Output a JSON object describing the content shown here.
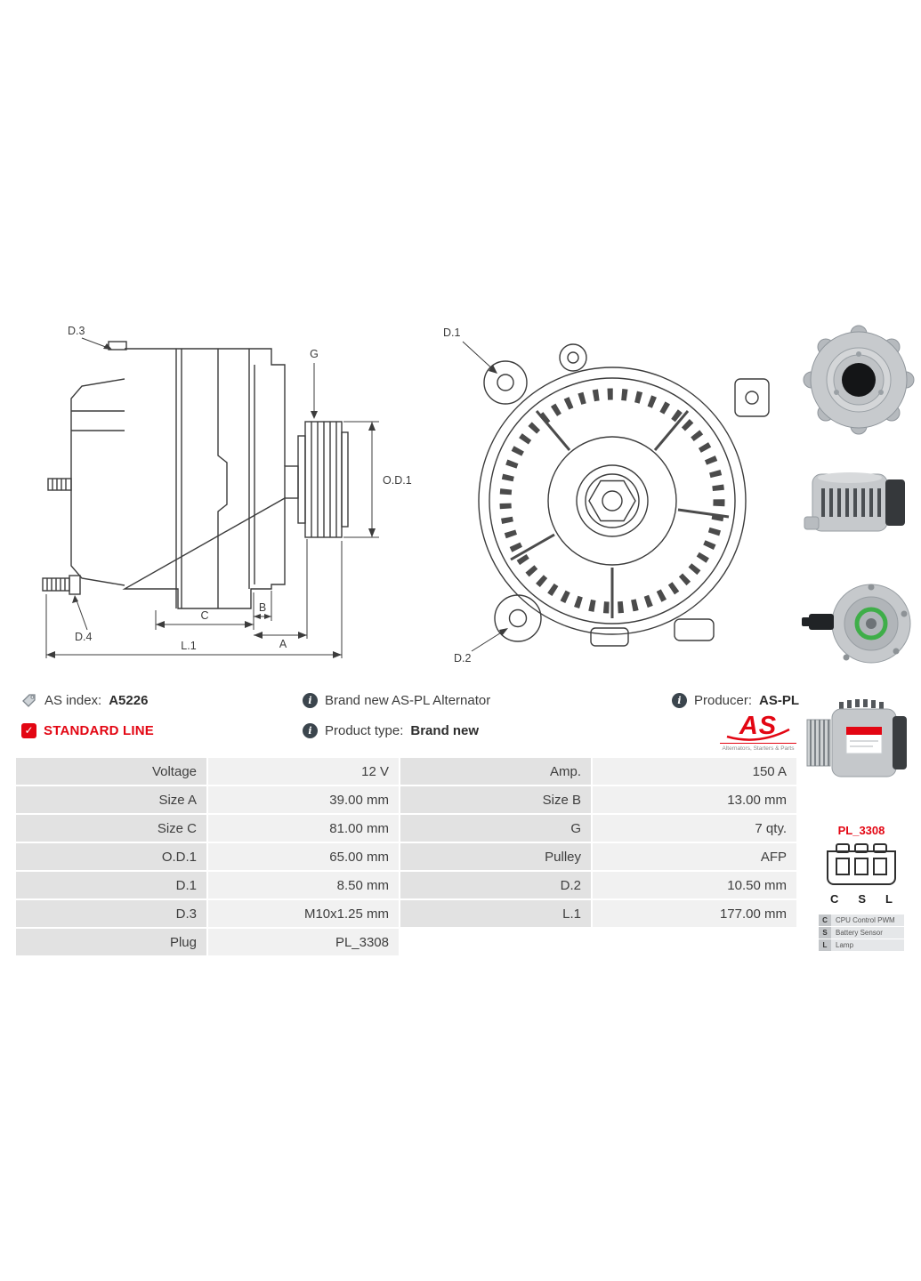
{
  "colors": {
    "brand_red": "#e30613",
    "text": "#3c3c3c",
    "table_label_bg": "#e2e2e2",
    "table_value_bg": "#f1f1f1",
    "highlight_green": "#3fae49"
  },
  "header": {
    "as_index": {
      "label": "AS index:",
      "value": "A5226"
    },
    "standard_line": "STANDARD LINE",
    "brand_new": "Brand new AS-PL Alternator",
    "product_type": {
      "label": "Product type:",
      "value": "Brand new"
    },
    "producer": {
      "label": "Producer:",
      "value": "AS-PL"
    },
    "logo": {
      "text": "AS",
      "tagline": "Alternators, Starters & Parts"
    }
  },
  "drawings": {
    "side_view": {
      "d3": "D.3",
      "g": "G",
      "od1": "O.D.1",
      "c": "C",
      "b": "B",
      "a": "A",
      "l1": "L.1",
      "d4": "D.4"
    },
    "front_view": {
      "d1": "D.1",
      "d2": "D.2"
    }
  },
  "photos": [
    {
      "alt": "alternator front view photo"
    },
    {
      "alt": "alternator side view photo"
    },
    {
      "alt": "alternator rear view photo with plug"
    },
    {
      "alt": "alternator side view photo with pulley"
    }
  ],
  "spec_table": {
    "rows": [
      {
        "label1": "Voltage",
        "value1": "12 V",
        "label2": "Amp.",
        "value2": "150 A"
      },
      {
        "label1": "Size A",
        "value1": "39.00 mm",
        "label2": "Size B",
        "value2": "13.00 mm"
      },
      {
        "label1": "Size C",
        "value1": "81.00 mm",
        "label2": "G",
        "value2": "7 qty."
      },
      {
        "label1": "O.D.1",
        "value1": "65.00 mm",
        "label2": "Pulley",
        "value2": "AFP"
      },
      {
        "label1": "D.1",
        "value1": "8.50 mm",
        "label2": "D.2",
        "value2": "10.50 mm"
      },
      {
        "label1": "D.3",
        "value1": "M10x1.25 mm",
        "label2": "L.1",
        "value2": "177.00 mm"
      },
      {
        "label1": "Plug",
        "value1": "PL_3308",
        "label2": "",
        "value2": ""
      }
    ]
  },
  "plug": {
    "code": "PL_3308",
    "pins": [
      "C",
      "S",
      "L"
    ],
    "legend": [
      {
        "pin": "C",
        "desc": "CPU Control PWM"
      },
      {
        "pin": "S",
        "desc": "Battery Sensor"
      },
      {
        "pin": "L",
        "desc": "Lamp"
      }
    ]
  }
}
